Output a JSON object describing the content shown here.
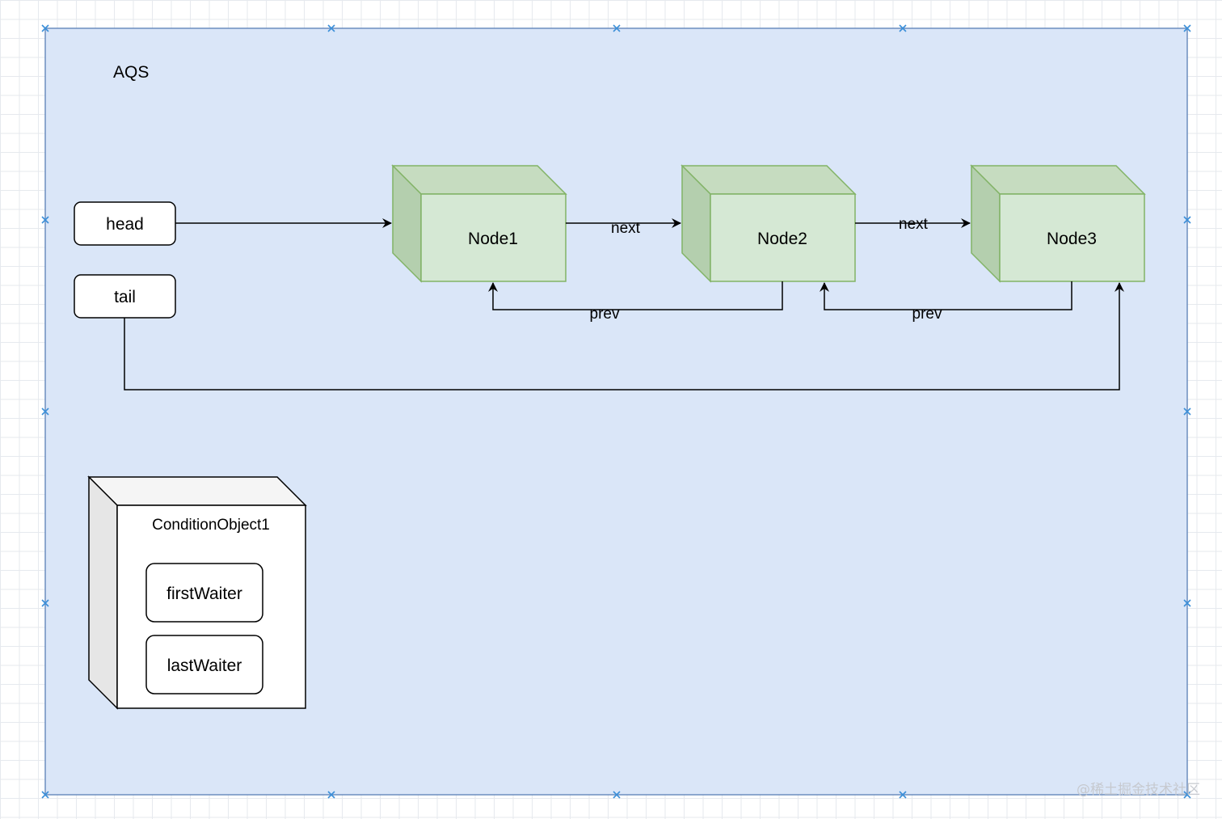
{
  "container": {
    "title": "AQS"
  },
  "pointers": {
    "head": "head",
    "tail": "tail"
  },
  "nodes": [
    "Node1",
    "Node2",
    "Node3"
  ],
  "edges": {
    "next_label": "next",
    "prev_label": "prev"
  },
  "condition_object": {
    "title": "ConditionObject1",
    "first_waiter": "firstWaiter",
    "last_waiter": "lastWaiter"
  },
  "watermark": "@稀土掘金技术社区",
  "colors": {
    "container_fill": "#dae6f8",
    "container_stroke": "#6c8ebf",
    "node_fill": "#d5e8d4",
    "node_side": "#b4cfae",
    "node_stroke": "#82b366",
    "selection_handle": "#3b8fd8"
  }
}
